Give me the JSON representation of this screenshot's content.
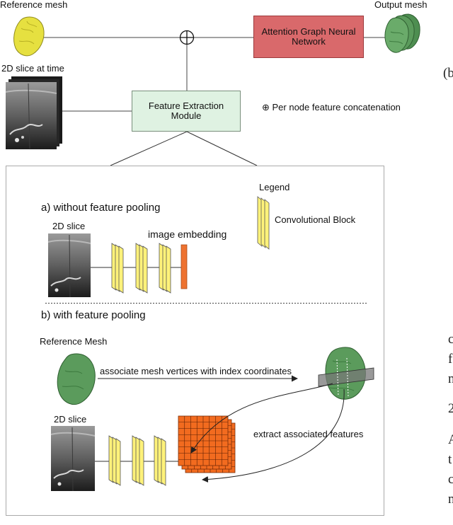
{
  "top": {
    "reference_mesh_label": "Reference mesh",
    "output_mesh_label": "Output mesh",
    "slice_label": "2D slice at time",
    "attention_box": {
      "line1": "Attention Graph Neural",
      "line2": "Network"
    },
    "feature_box": {
      "line1": "Feature Extraction",
      "line2": "Module"
    },
    "concat_symbol": "⊕",
    "concat_note": "⊕ Per node feature concatenation"
  },
  "panel": {
    "legend_title": "Legend",
    "legend_item": "Convolutional Block",
    "section_a": {
      "title": "a) without feature pooling",
      "slice_label": "2D slice",
      "embedding_label": "image embedding"
    },
    "section_b": {
      "title": "b) with feature pooling",
      "reference_label": "Reference Mesh",
      "associate_label": "associate mesh vertices with index coordinates",
      "slice_label": "2D slice",
      "extract_label": "extract associated features"
    }
  },
  "side_text": [
    "(b",
    "c",
    "f",
    "n",
    "2",
    "A",
    "t",
    "c",
    "n"
  ],
  "colors": {
    "attention_fill": "#d9696b",
    "feature_fill": "#dff2e2",
    "mesh_yellow": "#e6e040",
    "mesh_green": "#5b9b5c",
    "conv_yellow": "#fff27a",
    "embedding_orange": "#ee7230",
    "grid_orange": "#f26b1f"
  }
}
